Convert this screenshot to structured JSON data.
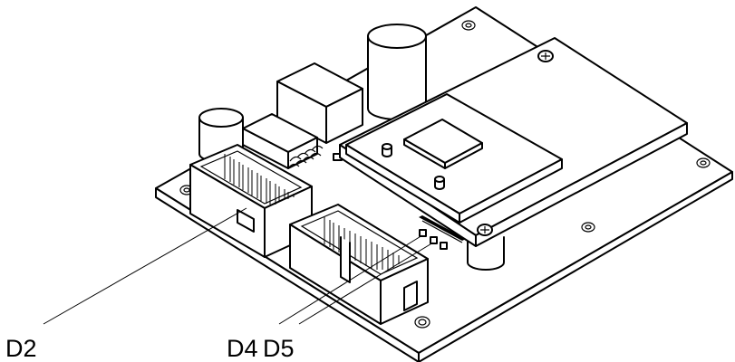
{
  "diagram": {
    "labels": {
      "d2": "D2",
      "d4": "D4",
      "d5": "D5"
    },
    "colors": {
      "line": "#000000",
      "background": "#ffffff"
    }
  }
}
